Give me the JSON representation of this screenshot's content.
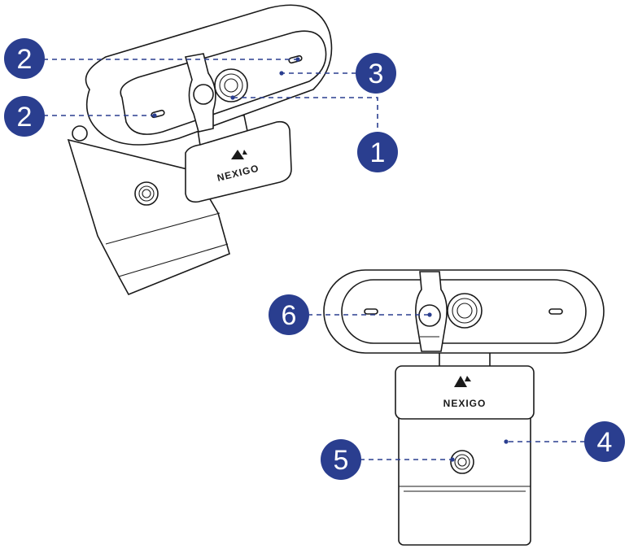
{
  "brand_label": "NEXIGO",
  "colors": {
    "accent": "#2a3e8f",
    "badge_text": "#ffffff",
    "line": "#1a1a1a"
  },
  "callouts": [
    {
      "id": "c2a",
      "number": "2"
    },
    {
      "id": "c2b",
      "number": "2"
    },
    {
      "id": "c3",
      "number": "3"
    },
    {
      "id": "c1",
      "number": "1"
    },
    {
      "id": "c6",
      "number": "6"
    },
    {
      "id": "c4",
      "number": "4"
    },
    {
      "id": "c5",
      "number": "5"
    }
  ]
}
